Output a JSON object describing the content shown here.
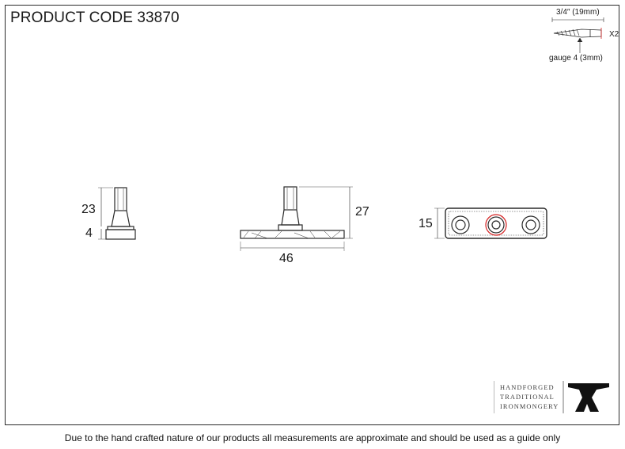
{
  "header": {
    "product_code": "PRODUCT CODE 33870"
  },
  "screw_spec": {
    "length": "3/4″ (19mm)",
    "quantity": "X2",
    "gauge": "gauge 4 (3mm)"
  },
  "dimensions": {
    "side_stem_height": "23",
    "side_base_height": "4",
    "front_total_height": "27",
    "front_width": "46",
    "top_depth": "15"
  },
  "brand": {
    "line1": "HANDFORGED",
    "line2": "TRADITIONAL",
    "line3": "IRONMONGERY",
    "logo_icon": "anvil-icon"
  },
  "footer": {
    "disclaimer": "Due to the hand crafted nature of our products all measurements are approximate and should be used as a guide only"
  },
  "colors": {
    "line": "#2a2a2a",
    "highlight_ring": "#d42020"
  }
}
